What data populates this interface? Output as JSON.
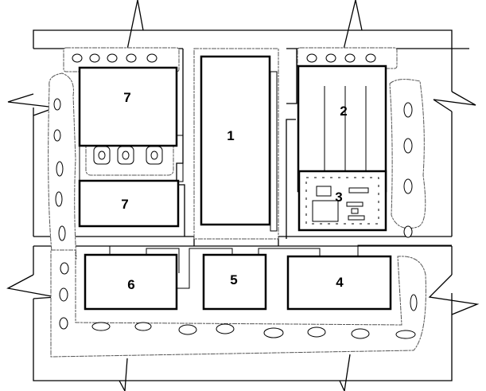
{
  "diagram": {
    "buildings": [
      {
        "id": "7a",
        "label": "7"
      },
      {
        "id": "7b",
        "label": "7"
      },
      {
        "id": "1",
        "label": "1"
      },
      {
        "id": "2",
        "label": "2"
      },
      {
        "id": "3",
        "label": "3"
      },
      {
        "id": "4",
        "label": "4"
      },
      {
        "id": "5",
        "label": "5"
      },
      {
        "id": "6",
        "label": "6"
      }
    ]
  }
}
